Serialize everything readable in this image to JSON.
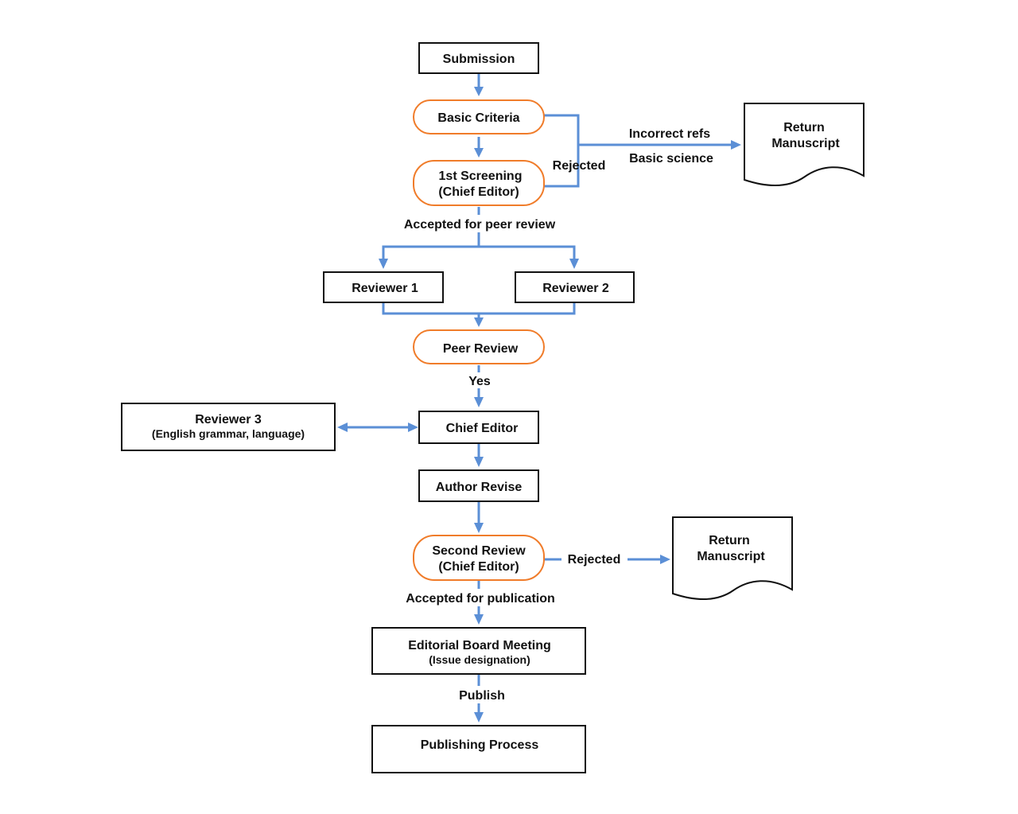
{
  "colors": {
    "connector": "#5b8fd6",
    "decision_border": "#f07c2a",
    "box_border": "#111111"
  },
  "nodes": {
    "submission": "Submission",
    "basic_criteria": "Basic Criteria",
    "first_screening": {
      "line1": "1st Screening",
      "line2": "(Chief Editor)"
    },
    "return_manuscript_1": {
      "line1": "Return",
      "line2": "Manuscript"
    },
    "reviewer_1": "Reviewer 1",
    "reviewer_2": "Reviewer 2",
    "peer_review": "Peer Review",
    "reviewer_3": {
      "line1": "Reviewer 3",
      "line2": "(English grammar, language)"
    },
    "chief_editor": "Chief Editor",
    "author_revise": "Author Revise",
    "second_review": {
      "line1": "Second Review",
      "line2": "(Chief Editor)"
    },
    "return_manuscript_2": {
      "line1": "Return",
      "line2": "Manuscript"
    },
    "editorial_board": {
      "line1": "Editorial Board Meeting",
      "line2": "(Issue designation)"
    },
    "publishing_process": "Publishing Process"
  },
  "edges": {
    "rejected_1": "Rejected",
    "incorrect_refs": "Incorrect refs",
    "basic_science": "Basic science",
    "accepted_peer_review": "Accepted for peer review",
    "yes": "Yes",
    "rejected_2": "Rejected",
    "accepted_publication": "Accepted for publication",
    "publish": "Publish"
  }
}
